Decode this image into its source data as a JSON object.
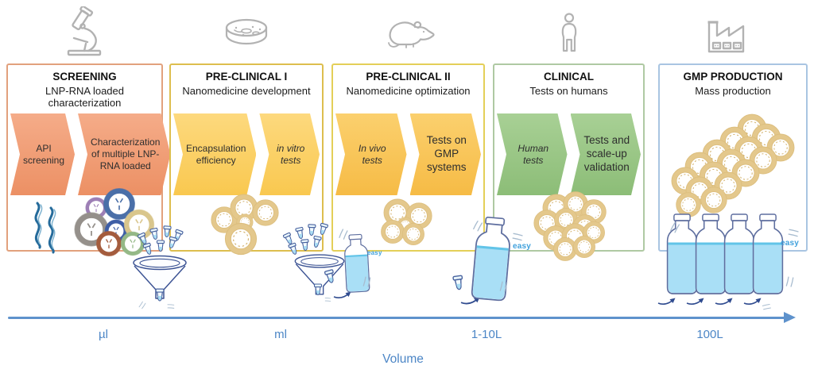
{
  "stages": [
    {
      "title": "SCREENING",
      "subtitle": "LNP-RNA loaded characterization",
      "icon": "microscope",
      "steps": [
        "API screening",
        "Characterization of multiple LNP-RNA loaded"
      ],
      "accent_color": "#E2A17D",
      "step_color": "#EC9064"
    },
    {
      "title": "PRE-CLINICAL I",
      "subtitle": "Nanomedicine development",
      "icon": "petri-dish",
      "steps": [
        "Encapsulation efficiency",
        "in vitro tests"
      ],
      "accent_color": "#DDBE4E",
      "step_color": "#F9C84F"
    },
    {
      "title": "PRE-CLINICAL II",
      "subtitle": "Nanomedicine optimization",
      "icon": "mouse",
      "steps": [
        "In vivo tests",
        "Tests on GMP systems"
      ],
      "accent_color": "#E4CF58",
      "step_color": "#F6BB45"
    },
    {
      "title": "CLINICAL",
      "subtitle": "Tests on humans",
      "icon": "person",
      "steps": [
        "Human tests",
        "Tests and scale-up validation"
      ],
      "accent_color": "#AFC9A3",
      "step_color": "#8CBD77"
    },
    {
      "title": "GMP PRODUCTION",
      "subtitle": "Mass production",
      "icon": "factory",
      "steps": [],
      "accent_color": "#A9C5E2",
      "step_color": ""
    }
  ],
  "axis": {
    "title": "Volume",
    "ticks": [
      "µl",
      "ml",
      "1-10L",
      "100L"
    ],
    "color": "#5E92CC"
  },
  "annotations": {
    "easy_labels": [
      "easy",
      "easy",
      "easy"
    ]
  }
}
